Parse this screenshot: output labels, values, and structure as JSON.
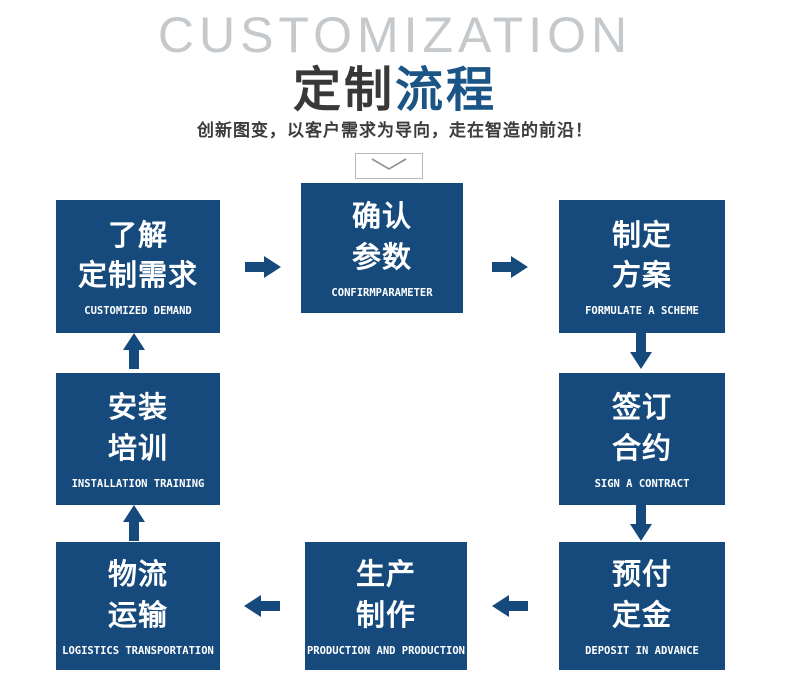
{
  "header": {
    "watermark": "CUSTOMIZATION",
    "title_part1": "定制",
    "title_part2": "流程",
    "subtitle": "创新图变，以客户需求为导向，走在智造的前沿！"
  },
  "colors": {
    "box_navy": "#164a7c",
    "title_blue": "#1a5586",
    "title_dark": "#383838",
    "watermark_gray": "#c6c9cc",
    "chevron_gray": "#8f8f8f"
  },
  "icons": {
    "chevron_down": "chevron-down-icon",
    "arrow": "flow-arrow-icon"
  },
  "flow": {
    "steps": [
      {
        "zh1": "了解",
        "zh2": "定制需求",
        "en": "CUSTOMIZED DEMAND"
      },
      {
        "zh1": "确认",
        "zh2": "参数",
        "en": "CONFIRMPARAMETER"
      },
      {
        "zh1": "制定",
        "zh2": "方案",
        "en": "FORMULATE A SCHEME"
      },
      {
        "zh1": "签订",
        "zh2": "合约",
        "en": "SIGN A CONTRACT"
      },
      {
        "zh1": "预付",
        "zh2": "定金",
        "en": "DEPOSIT IN ADVANCE"
      },
      {
        "zh1": "生产",
        "zh2": "制作",
        "en": "PRODUCTION AND PRODUCTION"
      },
      {
        "zh1": "物流",
        "zh2": "运输",
        "en": "LOGISTICS TRANSPORTATION"
      },
      {
        "zh1": "安装",
        "zh2": "培训",
        "en": "INSTALLATION TRAINING"
      }
    ]
  }
}
